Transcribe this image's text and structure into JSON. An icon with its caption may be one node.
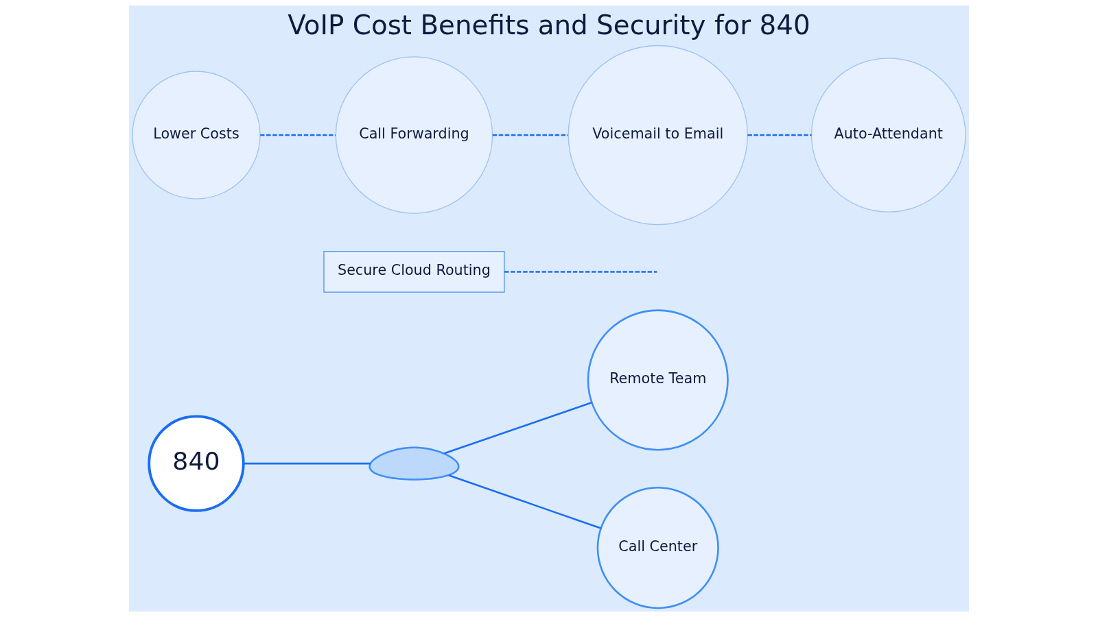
{
  "diagram": {
    "title": "VoIP Cost Benefits and Security for 840",
    "nodes": [
      {
        "text": [
          "840"
        ]
      },
      {
        "text": [],
        "shape": "cloud"
      },
      {
        "text": [
          "Secure Cloud Routing"
        ]
      },
      {
        "text": [
          "Remote Team"
        ]
      },
      {
        "text": [
          "Call Center"
        ]
      },
      {
        "text": [
          "Lower Costs"
        ]
      },
      {
        "text": [
          "Call Forwarding"
        ]
      },
      {
        "text": [
          "Voicemail to Email"
        ]
      },
      {
        "text": [
          "Auto-Attendant"
        ]
      }
    ],
    "edges": [
      {
        "from": 0,
        "to": 1,
        "arrow": "none"
      },
      {
        "from": 1,
        "to": 3,
        "arrow": "none"
      },
      {
        "from": 1,
        "to": 4,
        "arrow": "none"
      },
      {
        "from": 2,
        "to": null,
        "arrow": "none",
        "style": "dashed"
      },
      {
        "from": 5,
        "to": 6,
        "arrow": "none",
        "style": "dashed"
      },
      {
        "from": 6,
        "to": 7,
        "arrow": "none",
        "style": "dashed"
      },
      {
        "from": 7,
        "to": 8,
        "arrow": "none",
        "style": "dashed"
      }
    ]
  }
}
